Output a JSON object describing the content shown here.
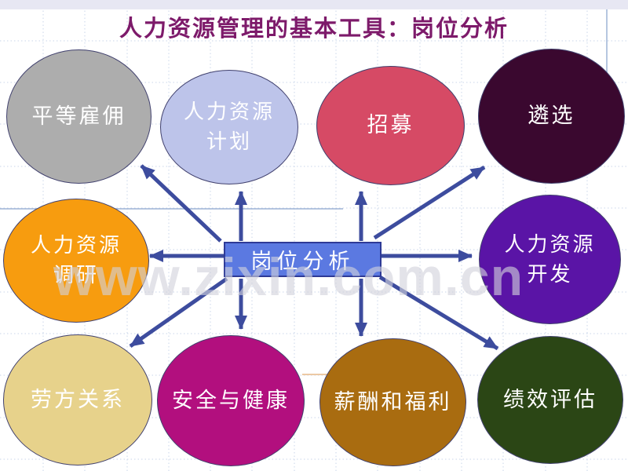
{
  "title": "人力资源管理的基本工具：岗位分析",
  "watermark": "www.zixin.com.cn",
  "center": {
    "label": "岗位分析",
    "color": "#5b79e1",
    "border_color": "#2e3a96"
  },
  "colors": {
    "title": "#7d1a6a",
    "arrow": "#3d4c9e",
    "node_border": "#41416e",
    "grid": "#b9c9e4",
    "template_line": "#9db3d6",
    "template_tan_line": "#ecc9a4",
    "top_band": "#e7e7f3"
  },
  "nodes": [
    {
      "id": "equal-employment",
      "label": "平等雇佣",
      "color": "#adadad"
    },
    {
      "id": "hr-planning",
      "label": "人力资源\n计划",
      "color": "#bdc4ea"
    },
    {
      "id": "recruitment",
      "label": "招募",
      "color": "#d64a65"
    },
    {
      "id": "selection",
      "label": "遴选",
      "color": "#3a082f"
    },
    {
      "id": "hr-research",
      "label": "人力资源\n调研",
      "color": "#f79c0f"
    },
    {
      "id": "hr-development",
      "label": "人力资源\n开发",
      "color": "#5a14a6"
    },
    {
      "id": "labor-relations",
      "label": "劳方关系",
      "color": "#e7d28b"
    },
    {
      "id": "safety-and-health",
      "label": "安全与健康",
      "color": "#b20f7e"
    },
    {
      "id": "compensation-benefits",
      "label": "薪酬和福利",
      "color": "#a96c10"
    },
    {
      "id": "performance-appraisal",
      "label": "绩效评估",
      "color": "#2b4615"
    }
  ]
}
